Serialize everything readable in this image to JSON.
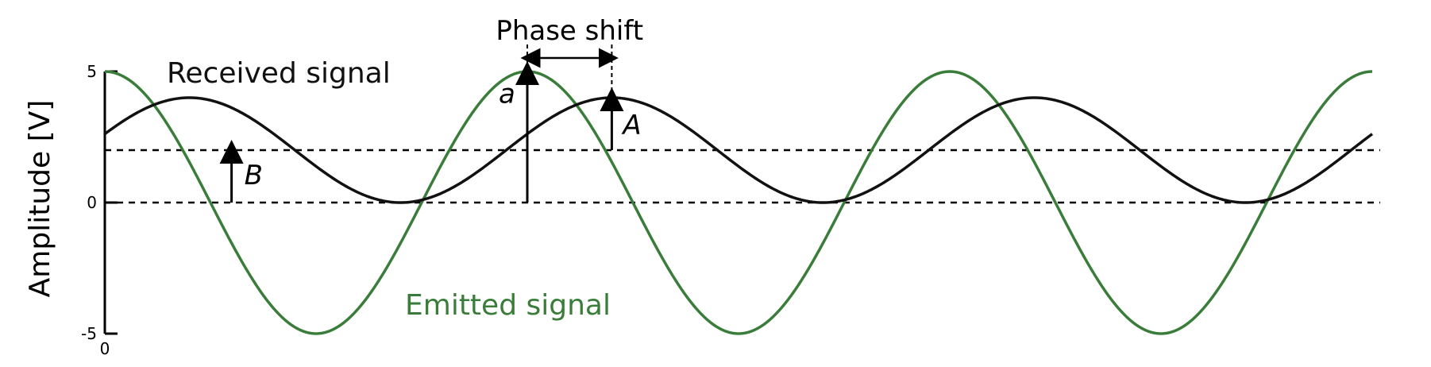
{
  "chart_data": {
    "type": "line",
    "title": "",
    "xlabel": "",
    "ylabel": "Amplitude [V]",
    "xlim": [
      0,
      6
    ],
    "ylim": [
      -5,
      5
    ],
    "y_ticks": [
      {
        "value": 5,
        "label": "5"
      },
      {
        "value": 0,
        "label": "0"
      },
      {
        "value": -5,
        "label": "-5"
      }
    ],
    "x_ticks": [
      {
        "value": 0,
        "label": "0"
      }
    ],
    "grid": false,
    "series": [
      {
        "name": "Emitted signal",
        "color": "#3a7d3a",
        "function": "sine",
        "amplitude": 5,
        "offset": 0,
        "period": 2,
        "phase_x_of_peak": 0,
        "x": [
          0,
          0.5,
          1,
          1.5,
          2,
          2.5,
          3,
          3.5,
          4,
          4.5,
          5,
          5.5,
          6
        ],
        "y": [
          5,
          0,
          -5,
          0,
          5,
          0,
          -5,
          0,
          5,
          0,
          -5,
          0,
          5
        ]
      },
      {
        "name": "Received signal",
        "color": "#111111",
        "function": "sine",
        "amplitude": 2,
        "offset": 2,
        "period": 2,
        "phase_x_of_peak": 0.4,
        "x": [
          0,
          0.4,
          0.9,
          1.4,
          1.9,
          2.4,
          2.9,
          3.4,
          3.9,
          4.4,
          4.9,
          5.4,
          6
        ],
        "y": [
          2.62,
          4,
          2,
          0,
          2,
          4,
          2,
          0,
          2,
          4,
          2,
          0,
          2.62
        ]
      }
    ],
    "reference_lines": [
      {
        "y": 2,
        "style": "dashed"
      },
      {
        "y": 0,
        "style": "dashed"
      }
    ],
    "annotations": {
      "phase_shift": {
        "label": "Phase shift",
        "x_from": 2.0,
        "x_to": 2.4,
        "y": 5
      },
      "a": {
        "label": "a",
        "x": 2.0,
        "y_from": 0,
        "y_to": 5
      },
      "A": {
        "label": "A",
        "x": 2.4,
        "y_from": 2,
        "y_to": 4
      },
      "B": {
        "label": "B",
        "x": 0.6,
        "y_from": 0,
        "y_to": 2
      }
    }
  }
}
